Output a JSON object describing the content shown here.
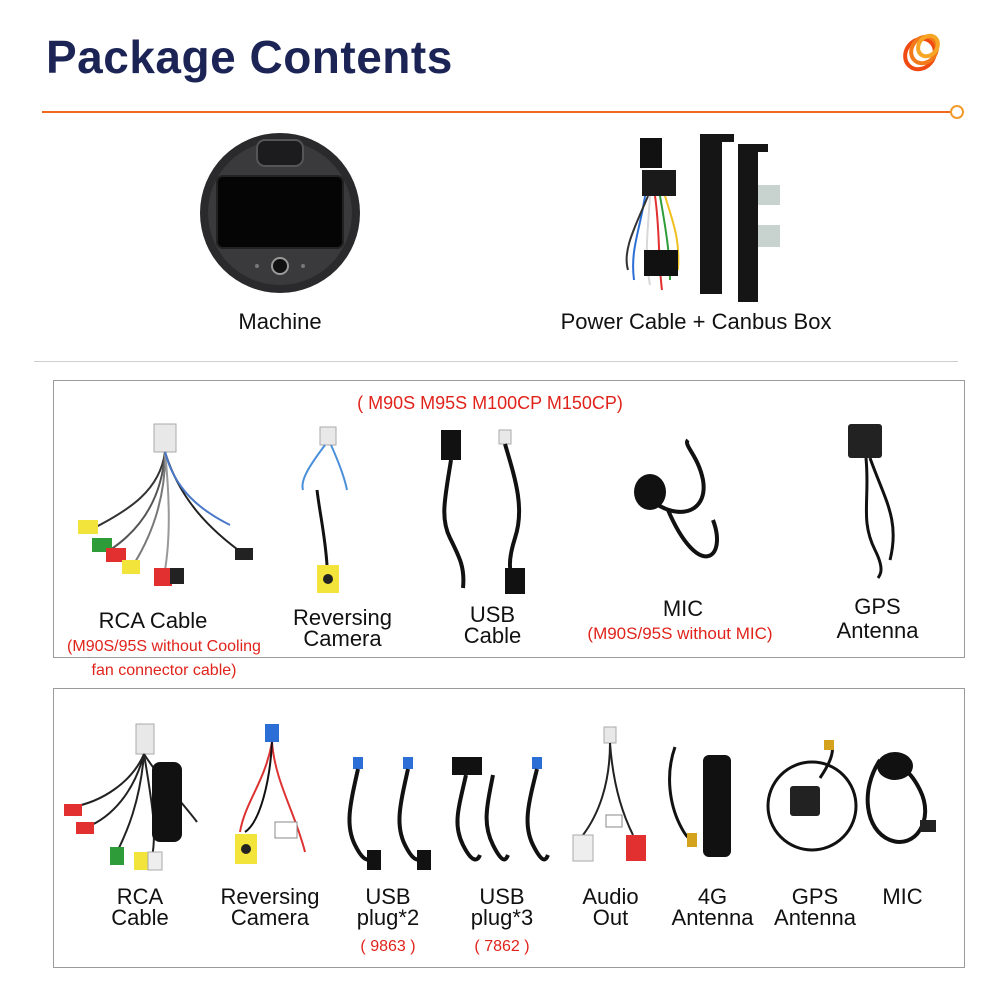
{
  "header": {
    "title": "Package Contents"
  },
  "top_items": [
    {
      "label": "Machine"
    },
    {
      "label": "Power Cable + Canbus Box"
    }
  ],
  "section1": {
    "models": "( M90S M95S M100CP M150CP)",
    "items": [
      {
        "label": "RCA Cable",
        "note_line1": "(M90S/95S without Cooling",
        "note_line2": "fan connector cable)"
      },
      {
        "label_line1": "Reversing",
        "label_line2": "Camera"
      },
      {
        "label_line1": "USB",
        "label_line2": "Cable"
      },
      {
        "label": "MIC",
        "note": "(M90S/95S without MIC)"
      },
      {
        "label_line1": "GPS",
        "label_line2": "Antenna"
      }
    ]
  },
  "section2": {
    "items": [
      {
        "label_line1": "RCA",
        "label_line2": "Cable"
      },
      {
        "label_line1": "Reversing",
        "label_line2": "Camera"
      },
      {
        "label_line1": "USB",
        "label_line2": "plug*2",
        "note": "( 9863 )"
      },
      {
        "label_line1": "USB",
        "label_line2": "plug*3",
        "note": "( 7862 )"
      },
      {
        "label_line1": "Audio",
        "label_line2": "Out"
      },
      {
        "label_line1": "4G",
        "label_line2": "Antenna"
      },
      {
        "label_line1": "GPS",
        "label_line2": "Antenna"
      },
      {
        "label": "MIC"
      }
    ]
  },
  "colors": {
    "title": "#1b2455",
    "accent": "#f06a1d",
    "note_red": "#e0231b",
    "border": "#9b9b9b"
  }
}
